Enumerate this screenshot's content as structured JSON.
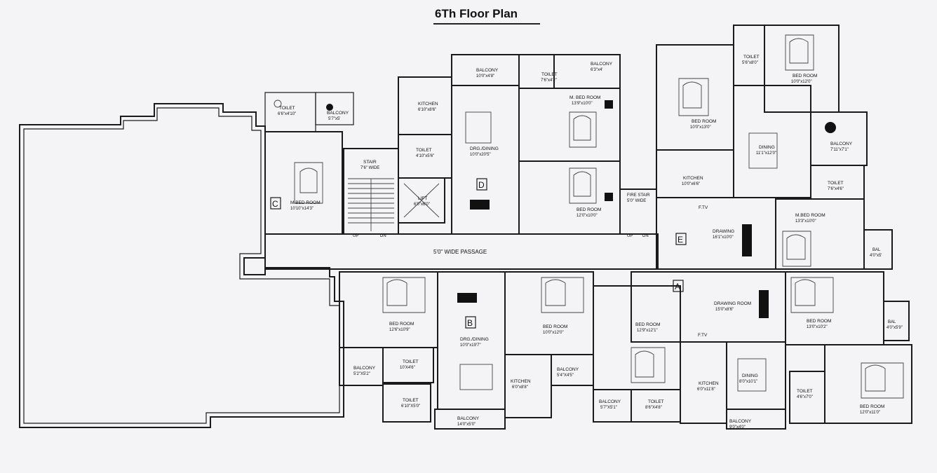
{
  "title": "6Th Floor Plan",
  "passage": "5'0\" WIDE PASSAGE",
  "flats": [
    "A",
    "B",
    "C",
    "D",
    "E"
  ],
  "markers": {
    "up": "UP",
    "dn": "DN",
    "ftv": "F.TV"
  },
  "rooms": [
    {
      "name": "TOILET",
      "size": "6'6\"x4'10\""
    },
    {
      "name": "BALCONY",
      "size": "5'7\"x5'"
    },
    {
      "name": "M.BED ROOM",
      "size": "10'10\"x14'3\""
    },
    {
      "name": "STAIR",
      "size": "7'6\" WIDE"
    },
    {
      "name": "KITCHEN",
      "size": "6'10\"x8'6\""
    },
    {
      "name": "TOILET",
      "size": "4'10\"x5'6\""
    },
    {
      "name": "LIFT",
      "size": "6'0\"x6'0\""
    },
    {
      "name": "BALCONY",
      "size": "10'0\"x4'8\""
    },
    {
      "name": "DRG./DINING",
      "size": "10'0\"x20'5\""
    },
    {
      "name": "TOILET",
      "size": "7'6\"x4'2\""
    },
    {
      "name": "BALCONY",
      "size": "6'3\"x4'"
    },
    {
      "name": "M. BED ROOM",
      "size": "13'9\"x10'0\""
    },
    {
      "name": "BED ROOM",
      "size": "12'0\"x10'0\""
    },
    {
      "name": "FIRE STAIR",
      "size": "5'0\" WIDE"
    },
    {
      "name": "TOILET",
      "size": "5'6\"x8'0\""
    },
    {
      "name": "BED ROOM",
      "size": "10'0\"x12'0\""
    },
    {
      "name": "BED ROOM",
      "size": "10'0\"x13'0\""
    },
    {
      "name": "DINING",
      "size": "11'1\"x12'0\""
    },
    {
      "name": "BALCONY",
      "size": "7'11\"x7'1\""
    },
    {
      "name": "KITCHEN",
      "size": "10'0\"x6'6\""
    },
    {
      "name": "TOILET",
      "size": "7'6\"x4'6\""
    },
    {
      "name": "DRAWING",
      "size": "16'1\"x10'0\""
    },
    {
      "name": "M.BED ROOM",
      "size": "13'3\"x10'0\""
    },
    {
      "name": "BAL",
      "size": "4'0\"x5'"
    },
    {
      "name": "BED ROOM",
      "size": "12'6\"x10'9\""
    },
    {
      "name": "DRG./DINING",
      "size": "10'0\"x19'7\""
    },
    {
      "name": "TOILET",
      "size": "10'X4'6\""
    },
    {
      "name": "BALCONY",
      "size": "5'2\"X5'2\""
    },
    {
      "name": "TOILET",
      "size": "6'10\"X5'0\""
    },
    {
      "name": "BALCONY",
      "size": "14'0\"x5'0\""
    },
    {
      "name": "BED ROOM",
      "size": "10'0\"x12'0\""
    },
    {
      "name": "KITCHEN",
      "size": "6'0\"x8'8\""
    },
    {
      "name": "BALCONY",
      "size": "5'4\"X4'5\""
    },
    {
      "name": "BED ROOM",
      "size": "12'9\"x12'1\""
    },
    {
      "name": "BALCONY",
      "size": "5'7\"X5'1\""
    },
    {
      "name": "TOILET",
      "size": "8'6\"X4'8\""
    },
    {
      "name": "DRAWING ROOM",
      "size": "15'0\"x8'6\""
    },
    {
      "name": "KITCHEN",
      "size": "6'0\"x11'8\""
    },
    {
      "name": "DINING",
      "size": "8'0\"x10'1\""
    },
    {
      "name": "BALCONY",
      "size": "9'0\"x4'0\""
    },
    {
      "name": "BED ROOM",
      "size": "13'0\"x10'2\""
    },
    {
      "name": "BAL",
      "size": "4'0\"x5'9\""
    },
    {
      "name": "TOILET",
      "size": "4'6\"x7'0\""
    },
    {
      "name": "BED ROOM",
      "size": "12'0\"x11'0\""
    }
  ]
}
